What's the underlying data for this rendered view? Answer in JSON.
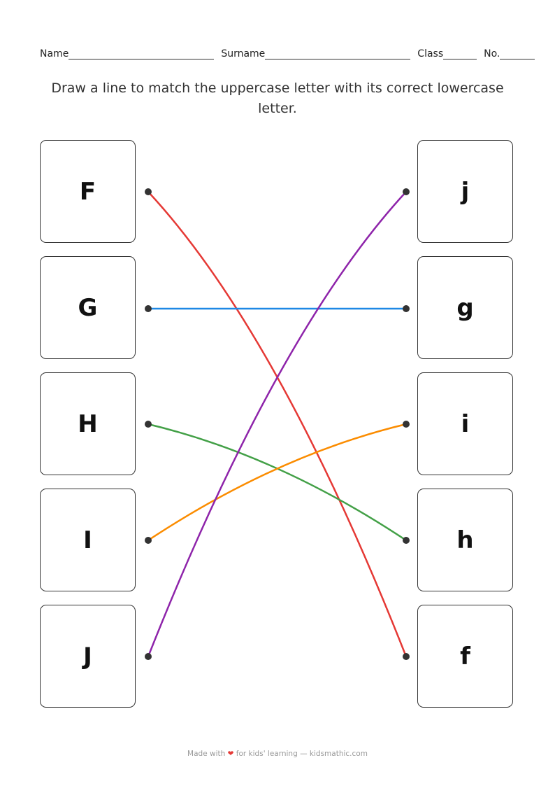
{
  "header": {
    "name_label": "Name",
    "surname_label": "Surname",
    "class_label": "Class",
    "no_label": "No."
  },
  "instruction": "Draw a line to match the uppercase letter with its correct lowercase letter.",
  "left_letters": [
    "F",
    "G",
    "H",
    "I",
    "J"
  ],
  "right_letters": [
    "j",
    "g",
    "i",
    "h",
    "f"
  ],
  "matches": [
    {
      "from": "F",
      "to": "f",
      "color": "#e53935"
    },
    {
      "from": "G",
      "to": "g",
      "color": "#1e88e5"
    },
    {
      "from": "H",
      "to": "h",
      "color": "#43a047"
    },
    {
      "from": "I",
      "to": "i",
      "color": "#fb8c00"
    },
    {
      "from": "J",
      "to": "j",
      "color": "#8e24aa"
    }
  ],
  "footer": {
    "prefix": "Made with",
    "heart": "❤",
    "suffix": "for kids' learning — kidsmathic.com"
  }
}
